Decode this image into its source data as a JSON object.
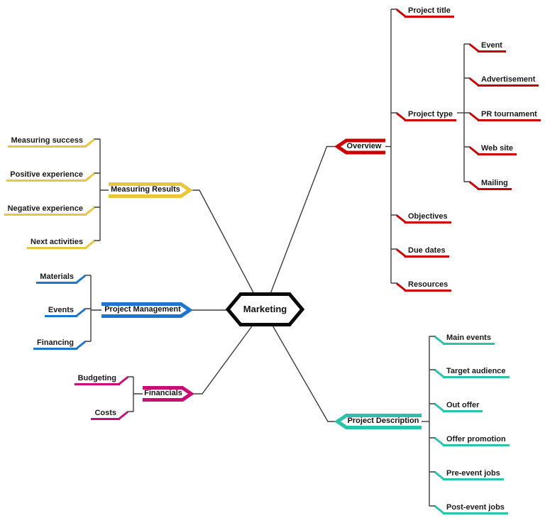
{
  "center": {
    "label": "Marketing"
  },
  "connector_color": "#3d3d3d",
  "branches": [
    {
      "label": "Overview",
      "color": "#cc0000",
      "children": [
        {
          "label": "Project title"
        },
        {
          "label": "Project type",
          "children": [
            {
              "label": "Event"
            },
            {
              "label": "Advertisement"
            },
            {
              "label": "PR tournament"
            },
            {
              "label": "Web site"
            },
            {
              "label": "Mailing"
            }
          ]
        },
        {
          "label": "Objectives"
        },
        {
          "label": "Due dates"
        },
        {
          "label": "Resources"
        }
      ]
    },
    {
      "label": "Measuring Results",
      "color": "#e9c63e",
      "children": [
        {
          "label": "Measuring success"
        },
        {
          "label": "Positive experience"
        },
        {
          "label": "Negative experience"
        },
        {
          "label": "Next activities"
        }
      ]
    },
    {
      "label": "Project Management",
      "color": "#1c76d0",
      "children": [
        {
          "label": "Materials"
        },
        {
          "label": "Events"
        },
        {
          "label": "Financing"
        }
      ]
    },
    {
      "label": "Financials",
      "color": "#c90d77",
      "children": [
        {
          "label": "Budgeting"
        },
        {
          "label": "Costs"
        }
      ]
    },
    {
      "label": "Project Description",
      "color": "#2bc2ac",
      "children": [
        {
          "label": "Main events"
        },
        {
          "label": "Target audience"
        },
        {
          "label": "Out offer"
        },
        {
          "label": "Offer promotion"
        },
        {
          "label": "Pre-event jobs"
        },
        {
          "label": "Post-event jobs"
        }
      ]
    }
  ]
}
